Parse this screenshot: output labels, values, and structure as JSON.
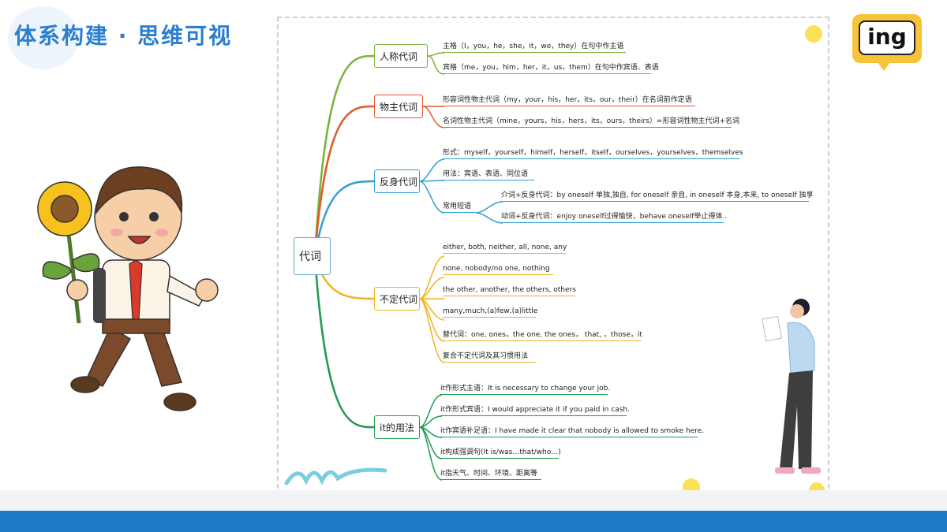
{
  "header": {
    "title": "体系构建 · 思维可视"
  },
  "badge": {
    "text": "ing"
  },
  "mindmap": {
    "root": "代词",
    "branches": [
      {
        "label": "人称代词",
        "color": "#7bb33a",
        "items": [
          "主格（I，you，he，she，it，we，they）在句中作主语",
          "宾格（me，you，him，her，it，us，them）在句中作宾语、表语"
        ]
      },
      {
        "label": "物主代词",
        "color": "#e05a2b",
        "items": [
          "形容词性物主代词（my，your，his，her，its，our，their）在名词前作定语",
          "名词性物主代词（mine，yours，his，hers，its，ours，theirs）=形容词性物主代词+名词"
        ]
      },
      {
        "label": "反身代词",
        "color": "#2f9fd0",
        "items": [
          "形式：myself，yourself，himelf，herself，itself，ourselves，yourselves，themselves",
          "用法：宾语、表语、同位语",
          "常用短语"
        ],
        "subitems": [
          "介词+反身代词：by oneself 单独,独自, for oneself 亲自, in oneself 本身,本来, to oneself 独享",
          "动词+反身代词：enjoy oneself过得愉快，behave oneself举止得体.."
        ]
      },
      {
        "label": "不定代词",
        "color": "#f0b41e",
        "items": [
          "either, both, neither, all, none, any",
          "none, nobody/no one, nothing",
          "the other, another, the others, others",
          "many,much,(a)few,(a)little",
          "替代词：one, ones，the one, the ones， that, ，those，it",
          "复合不定代词及其习惯用法"
        ]
      },
      {
        "label": "it的用法",
        "color": "#1f9a4f",
        "items": [
          "it作形式主语：It is necessary to change your job.",
          "it作形式宾语：I would appreciate it if you paid in cash.",
          "it作宾语补足语：I have made it clear that nobody is allowed to smoke here.",
          "it构成强调句(It is/was…that/who…)",
          "it指天气、时间、环境、距离等"
        ]
      }
    ]
  }
}
